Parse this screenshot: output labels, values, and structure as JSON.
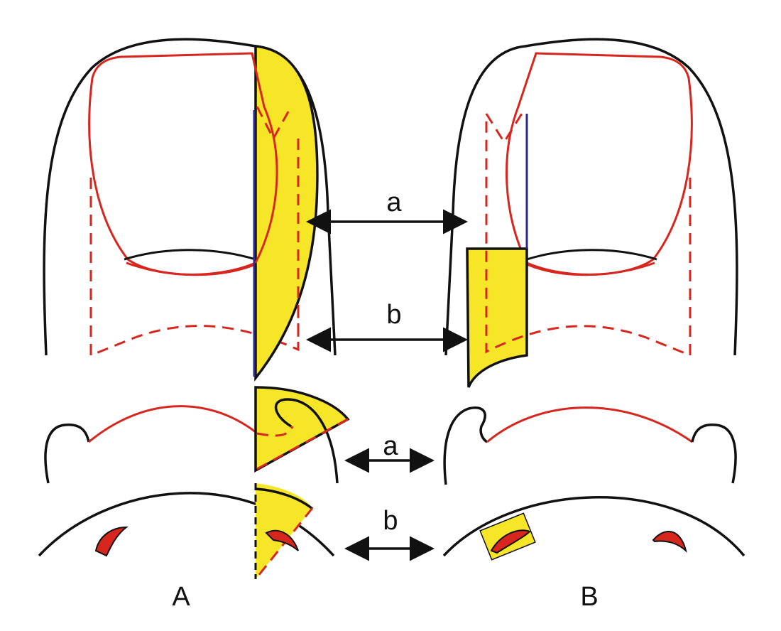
{
  "labels": {
    "panel_a": "A",
    "panel_b": "B",
    "arrow_a_top": "a",
    "arrow_b_top": "b",
    "arrow_a_mid": "a",
    "arrow_b_bottom": "b"
  },
  "colors": {
    "outline": "#111111",
    "nail": "#d7261e",
    "flap": "#f6e627",
    "incision": "#2a2a8c"
  }
}
